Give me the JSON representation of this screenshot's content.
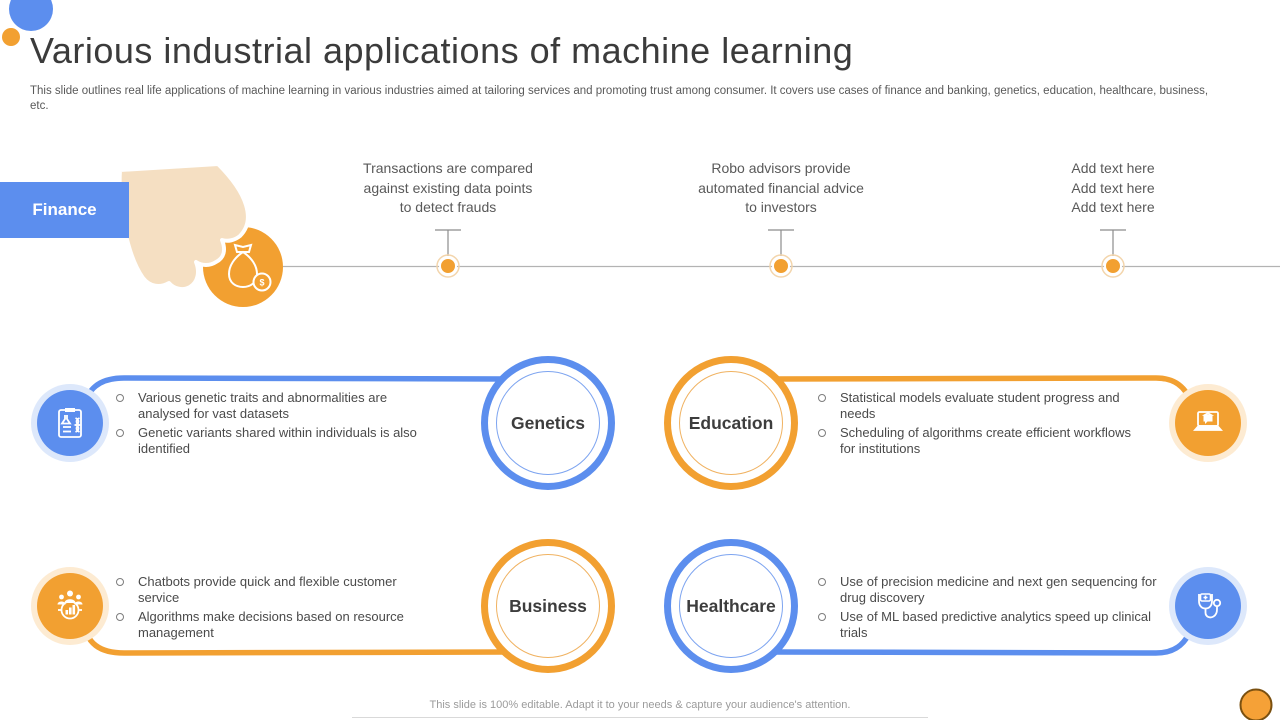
{
  "slide": {
    "title": "Various industrial applications of machine learning",
    "subtitle": "This slide outlines real life applications of machine learning in various industries aimed at tailoring services and promoting trust among consumer. It covers use cases of finance and banking, genetics, education, healthcare, business, etc.",
    "footer": "This slide is 100% editable.  Adapt it to your needs & capture your audience's attention."
  },
  "finance": {
    "label": "Finance",
    "icon": "money-bag-icon",
    "milestones": [
      {
        "lines": [
          "Transactions  are  compared",
          "against existing data points",
          "to detect frauds"
        ]
      },
      {
        "lines": [
          "Robo advisors provide",
          "automated financial advice",
          "to investors"
        ]
      },
      {
        "lines": [
          "Add text here",
          "Add text here",
          "Add text here"
        ]
      }
    ]
  },
  "sections": [
    {
      "name": "Genetics",
      "accent": "blue",
      "icon": "genetics-report-icon",
      "bullets": [
        "Various  genetic  traits  and  abnormalities  are analysed  for  vast  datasets",
        "Genetic  variants  shared  within  individuals  is also identified"
      ]
    },
    {
      "name": "Education",
      "accent": "orange",
      "icon": "education-laptop-icon",
      "bullets": [
        "Statistical  models  evaluate   student  progress and  needs",
        "Scheduling  of  algorithms  create  efficient workflows  for  institutions"
      ]
    },
    {
      "name": "Business",
      "accent": "orange",
      "icon": "business-team-icon",
      "bullets": [
        "Chatbots  provide   quick  and  flexible  customer service",
        "Algorithms  make  decisions  based  on  resource management"
      ]
    },
    {
      "name": "Healthcare",
      "accent": "blue",
      "icon": "healthcare-stethoscope-icon",
      "bullets": [
        "Use  of  precision  medicine  and  next  gen sequencing  for  drug   discovery",
        "Use  of  ML  based  predictive   analytics  speed  up clinical  trials"
      ]
    }
  ],
  "colors": {
    "accent_blue": "#5C8EEE",
    "accent_orange": "#F2A031",
    "hand": "#F5DFC2"
  }
}
